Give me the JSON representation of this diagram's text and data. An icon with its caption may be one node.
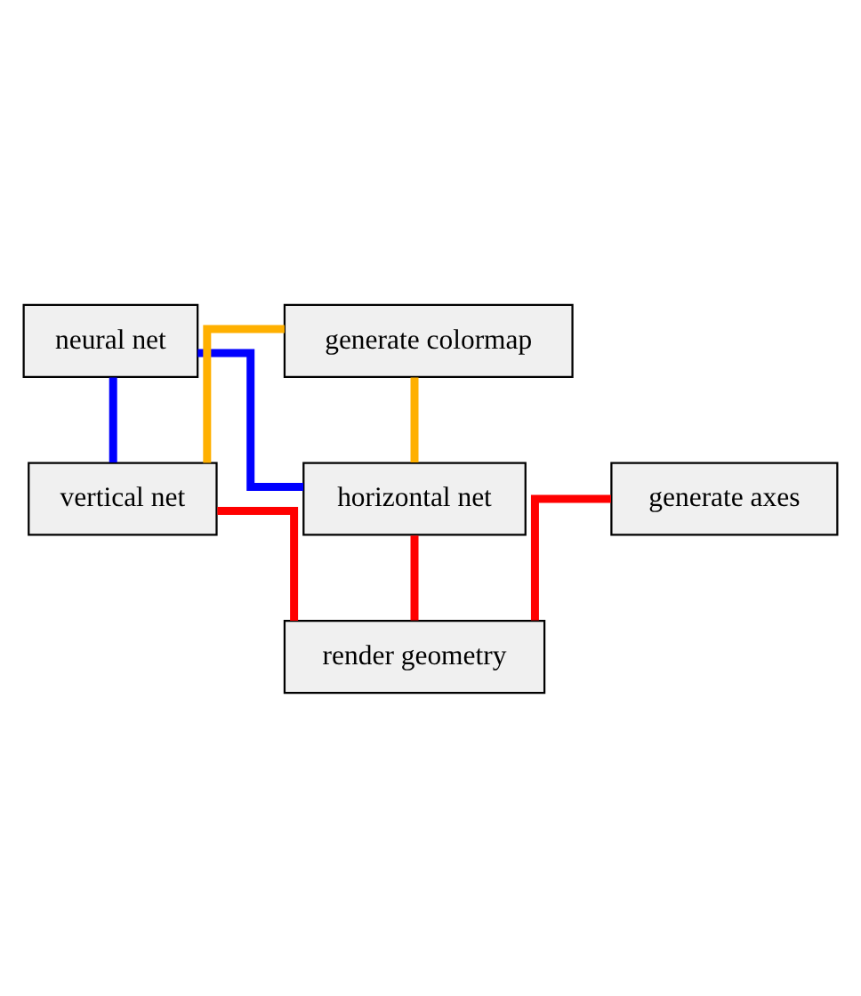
{
  "diagram": {
    "nodes": [
      {
        "text": [
          "neural net"
        ]
      },
      {
        "text": [
          "generate colormap"
        ]
      },
      {
        "text": [
          "horizontal net"
        ]
      },
      {
        "text": [
          "vertical net"
        ]
      },
      {
        "text": [
          "generate axes"
        ]
      },
      {
        "text": [
          "render geometry"
        ]
      }
    ],
    "edges": [
      {
        "from": 0,
        "to": 2,
        "arrow": "none",
        "color": "#0000ff"
      },
      {
        "from": 0,
        "to": 3,
        "arrow": "none",
        "color": "#0000ff"
      },
      {
        "from": 1,
        "to": 2,
        "arrow": "none",
        "color": "#ffb000"
      },
      {
        "from": 1,
        "to": 3,
        "arrow": "none",
        "color": "#ffb000"
      },
      {
        "from": 2,
        "to": 5,
        "arrow": "none"
      },
      {
        "from": 3,
        "to": 5,
        "arrow": "none"
      },
      {
        "from": 4,
        "to": 5,
        "arrow": "none"
      }
    ]
  }
}
